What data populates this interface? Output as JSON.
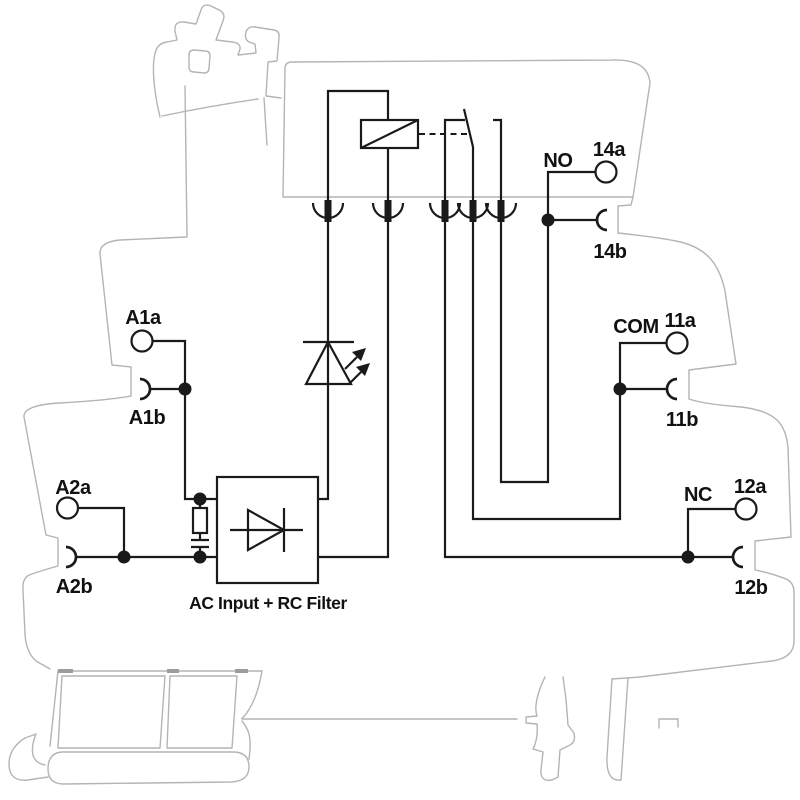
{
  "diagram": {
    "type": "wiring-schematic",
    "description": "DIN-rail relay socket module internal wiring diagram",
    "labels": {
      "a1a": "A1a",
      "a1b": "A1b",
      "a2a": "A2a",
      "a2b": "A2b",
      "no": "NO",
      "n14a": "14a",
      "n14b": "14b",
      "com": "COM",
      "n11a": "11a",
      "n11b": "11b",
      "nc": "NC",
      "n12a": "12a",
      "n12b": "12b",
      "block": "AC Input + RC Filter"
    },
    "colors": {
      "schematic": "#1a1a1a",
      "housing": "#b4b4b4",
      "foot_tick": "#9c9c9c",
      "background": "#ffffff"
    },
    "components": [
      "relay-coil",
      "changeover-contact",
      "led-indicator",
      "ac-input-rc-filter-block",
      "resistor",
      "capacitor",
      "diode",
      "plug-in-connectors",
      "din-rail-housing"
    ]
  }
}
